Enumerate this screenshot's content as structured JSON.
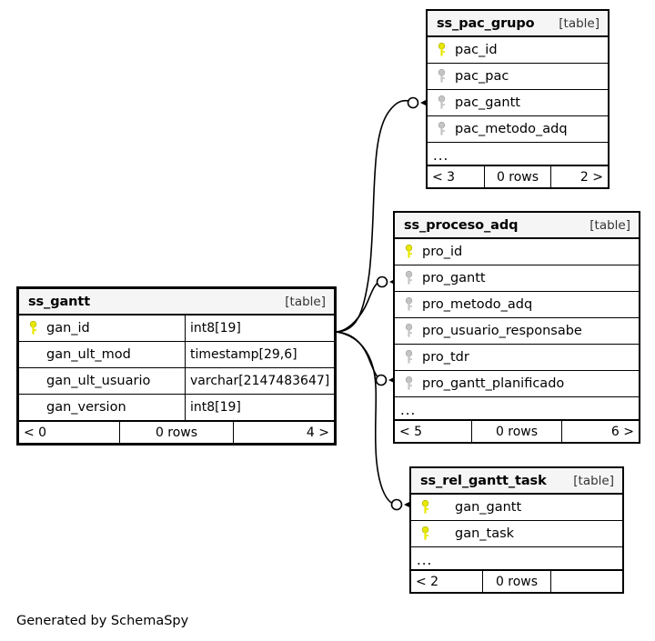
{
  "diagram": {
    "credit": "Generated by SchemaSpy",
    "kind_label": "[table]",
    "rows_label": "0 rows",
    "ellipsis": "...",
    "colors": {
      "primary_key": "#e8e800",
      "foreign_key": "#c0c0c0",
      "header_bg": "#f5f5f5",
      "border": "#000000",
      "background": "#ffffff"
    }
  },
  "tables": {
    "ss_pac_grupo": {
      "name": "ss_pac_grupo",
      "kind": "[table]",
      "columns": [
        {
          "name": "pac_id",
          "key": "primary"
        },
        {
          "name": "pac_pac",
          "key": "foreign"
        },
        {
          "name": "pac_gantt",
          "key": "foreign"
        },
        {
          "name": "pac_metodo_adq",
          "key": "foreign"
        }
      ],
      "more": "...",
      "footer": {
        "left": "< 3",
        "center": "0 rows",
        "right": "2 >"
      }
    },
    "ss_proceso_adq": {
      "name": "ss_proceso_adq",
      "kind": "[table]",
      "columns": [
        {
          "name": "pro_id",
          "key": "primary"
        },
        {
          "name": "pro_gantt",
          "key": "foreign"
        },
        {
          "name": "pro_metodo_adq",
          "key": "foreign"
        },
        {
          "name": "pro_usuario_responsabe",
          "key": "foreign"
        },
        {
          "name": "pro_tdr",
          "key": "foreign"
        },
        {
          "name": "pro_gantt_planificado",
          "key": "foreign"
        }
      ],
      "more": "...",
      "footer": {
        "left": "< 5",
        "center": "0 rows",
        "right": "6 >"
      }
    },
    "ss_gantt": {
      "name": "ss_gantt",
      "kind": "[table]",
      "focus": true,
      "columns": [
        {
          "name": "gan_id",
          "key": "primary",
          "type": "int8[19]"
        },
        {
          "name": "gan_ult_mod",
          "key": "none",
          "type": "timestamp[29,6]"
        },
        {
          "name": "gan_ult_usuario",
          "key": "none",
          "type": "varchar[2147483647]"
        },
        {
          "name": "gan_version",
          "key": "none",
          "type": "int8[19]"
        }
      ],
      "footer": {
        "left": "< 0",
        "center": "0 rows",
        "right": "4 >"
      }
    },
    "ss_rel_gantt_task": {
      "name": "ss_rel_gantt_task",
      "kind": "[table]",
      "columns": [
        {
          "name": "gan_gantt",
          "key": "primary"
        },
        {
          "name": "gan_task",
          "key": "primary"
        }
      ],
      "more": "...",
      "footer": {
        "left": "< 2",
        "center": "0 rows",
        "right": ""
      }
    }
  },
  "relationships": [
    {
      "from": "ss_gantt.gan_id",
      "to": "ss_pac_grupo.pac_gantt"
    },
    {
      "from": "ss_gantt.gan_id",
      "to": "ss_proceso_adq.pro_gantt"
    },
    {
      "from": "ss_gantt.gan_id",
      "to": "ss_proceso_adq.pro_gantt_planificado"
    },
    {
      "from": "ss_gantt.gan_id",
      "to": "ss_rel_gantt_task.gan_gantt"
    }
  ]
}
